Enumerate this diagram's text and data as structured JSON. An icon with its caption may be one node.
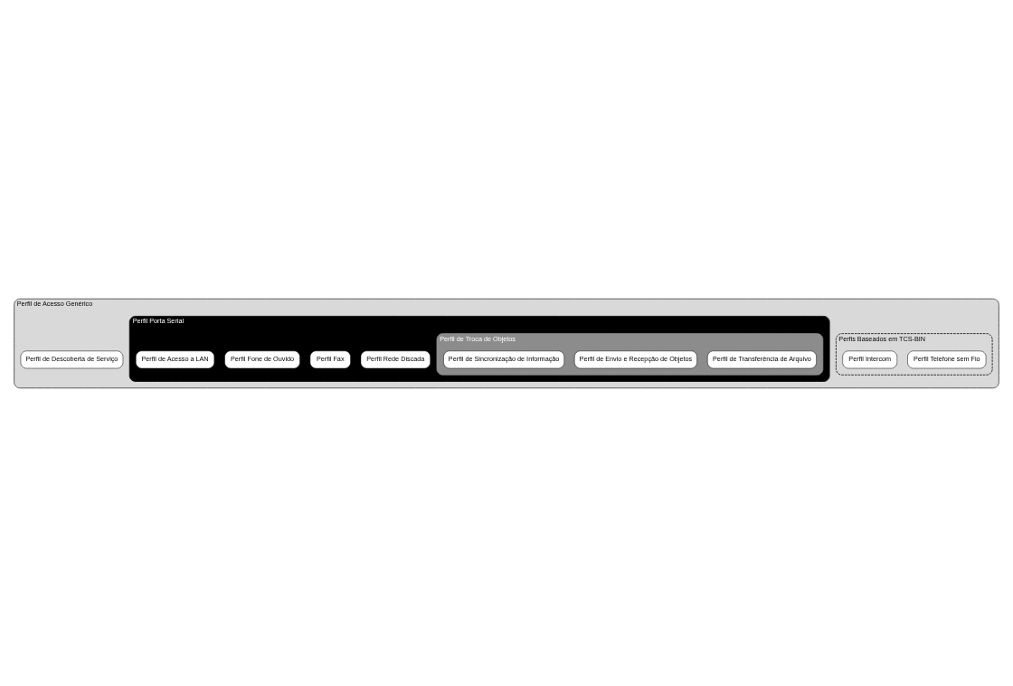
{
  "diagram": {
    "nodes": [
      {
        "text": [
          "Perfil de Acesso Genérico"
        ]
      },
      {
        "text": [
          "Perfil de Descoberta de Serviço"
        ],
        "in": 0
      },
      {
        "text": [
          "Perfis Baseados em TCS-BIN"
        ],
        "in": 0
      },
      {
        "text": [
          "Perfil Telefone sem Fio"
        ],
        "in": 2
      },
      {
        "text": [
          "Perfil Intercom"
        ],
        "in": 2
      },
      {
        "text": [
          "Perfil Porta Serial"
        ],
        "in": 0
      },
      {
        "text": [
          "Perfil Rede Discada"
        ],
        "in": 5
      },
      {
        "text": [
          "Perfil Fax"
        ],
        "in": 5
      },
      {
        "text": [
          "Perfil Fone de Ouvido"
        ],
        "in": 5
      },
      {
        "text": [
          "Perfil de Acesso a LAN"
        ],
        "in": 5
      },
      {
        "text": [
          "Perfil de Troca de Objetos"
        ],
        "in": 5
      },
      {
        "text": [
          "Perfil de Transferência de Arquivo"
        ],
        "in": 10
      },
      {
        "text": [
          "Perfil de Envio e Recepção de Objetos"
        ],
        "in": 10
      },
      {
        "text": [
          "Perfil de Sincronização de Informação"
        ],
        "in": 10
      }
    ]
  }
}
